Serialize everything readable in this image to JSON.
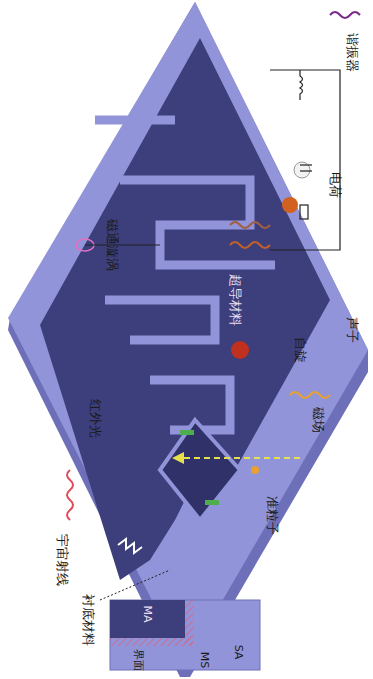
{
  "diagram": {
    "labels": [
      "谐振器",
      "电荷",
      "声子",
      "自旋",
      "超导材料",
      "磁通漩涡",
      "红外光",
      "磁场",
      "准粒子",
      "宇宙射线",
      "衬底材料",
      "MA",
      "SA",
      "MS",
      "界面"
    ]
  }
}
